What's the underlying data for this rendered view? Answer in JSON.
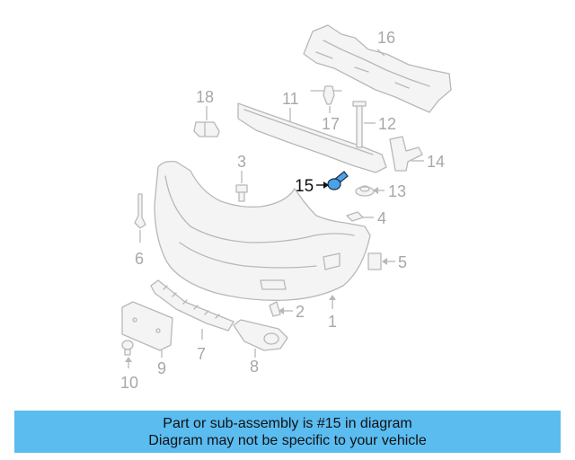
{
  "diagram": {
    "highlight_color": "#4aa3e8",
    "callouts": {
      "c1": "1",
      "c2": "2",
      "c3": "3",
      "c4": "4",
      "c5": "5",
      "c6": "6",
      "c7": "7",
      "c8": "8",
      "c9": "9",
      "c10": "10",
      "c11": "11",
      "c12": "12",
      "c13": "13",
      "c14": "14",
      "c15": "15",
      "c16": "16",
      "c17": "17",
      "c18": "18"
    }
  },
  "banner": {
    "background": "#5bbcf0",
    "line1": "Part or sub-assembly is #15 in diagram",
    "line2": "Diagram may not be specific to your vehicle"
  }
}
